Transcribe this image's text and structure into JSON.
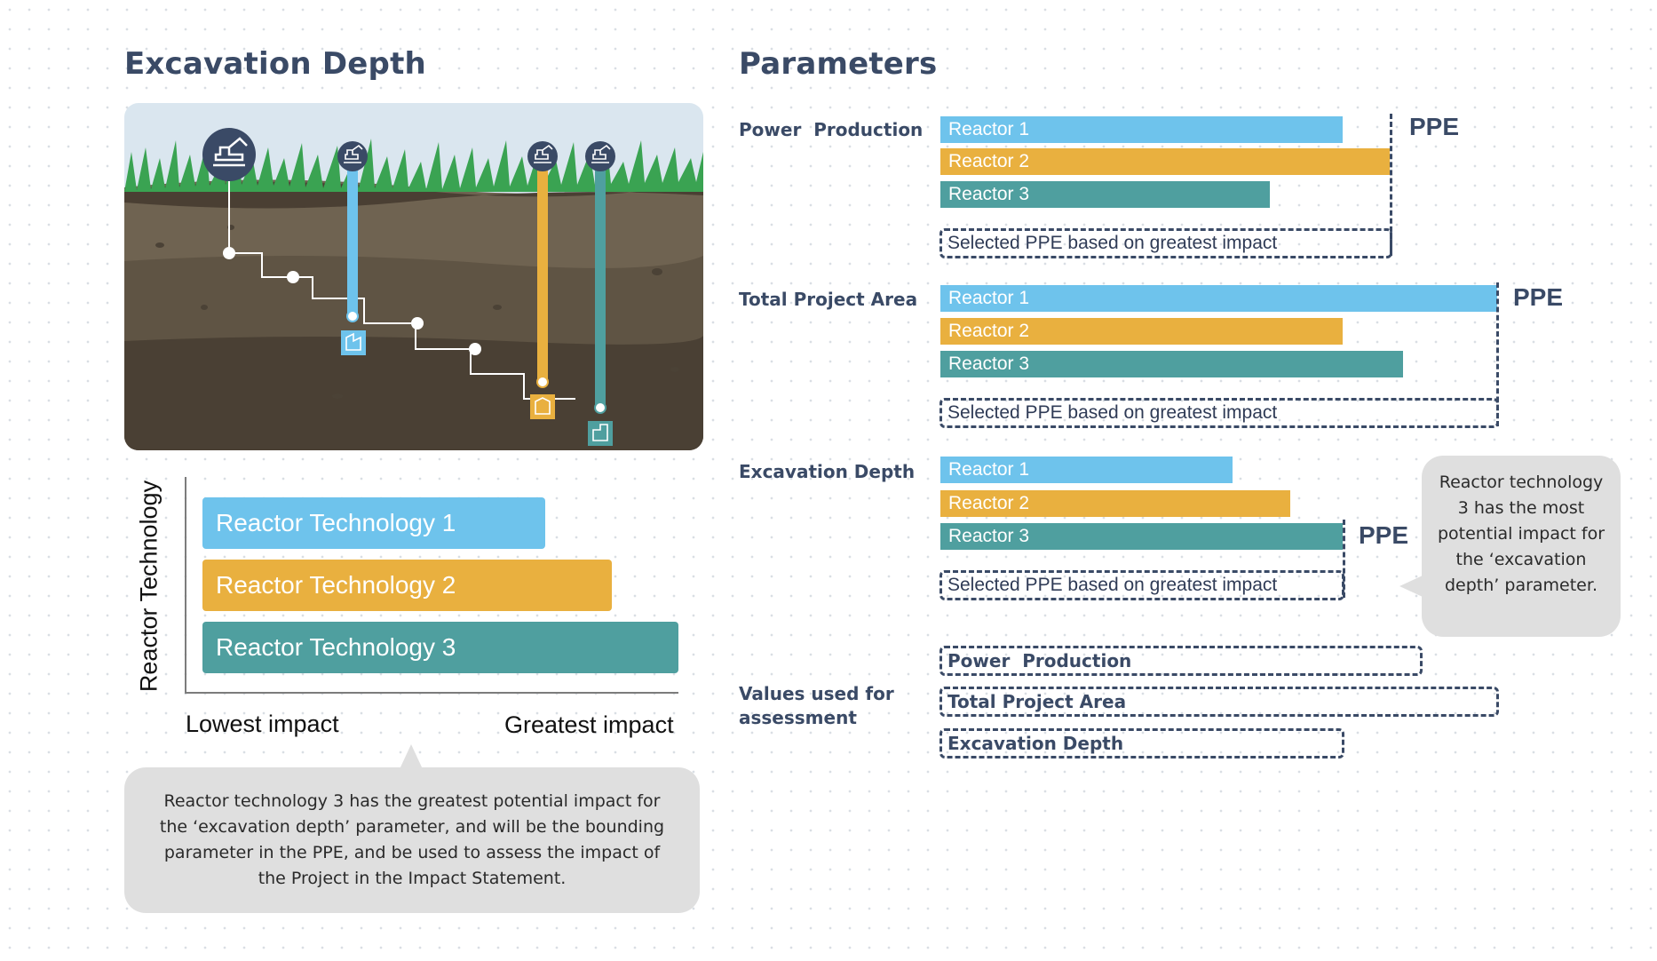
{
  "left": {
    "title": "Excavation Depth",
    "axis_y_label": "Reactor Technology",
    "axis_low": "Lowest impact",
    "axis_high": "Greatest impact",
    "bars": [
      {
        "label": "Reactor Technology 1",
        "value": 0.72,
        "color": "#6ec3ec"
      },
      {
        "label": "Reactor Technology 2",
        "value": 0.86,
        "color": "#e9b03f"
      },
      {
        "label": "Reactor Technology 3",
        "value": 1.0,
        "color": "#4f9f9f"
      }
    ],
    "callout": "Reactor technology 3 has the greatest potential impact for the ‘excavation depth’ parameter, and will be the bounding parameter  in the PPE, and be used to assess the impact of the Project in the Impact Statement."
  },
  "right": {
    "title": "Parameters",
    "groups": [
      {
        "label": "Power  Production",
        "bars": [
          "Reactor 1",
          "Reactor 2",
          "Reactor 3"
        ],
        "ppe": "PPE",
        "selected": "Selected PPE based on greatest impact"
      },
      {
        "label": "Total Project Area",
        "bars": [
          "Reactor 1",
          "Reactor 2",
          "Reactor 3"
        ],
        "ppe": "PPE",
        "selected": "Selected PPE based on greatest impact"
      },
      {
        "label": "Excavation Depth",
        "bars": [
          "Reactor 1",
          "Reactor 2",
          "Reactor 3"
        ],
        "ppe": "PPE",
        "selected": "Selected PPE based on greatest impact"
      }
    ],
    "callout": "Reactor technology 3 has the most potential impact for the ‘excavation depth’ parameter.",
    "values_label": "Values used for assessment",
    "values": [
      "Power  Production",
      "Total Project Area",
      "Excavation Depth"
    ]
  },
  "colors": {
    "reactor1": "#6ec3ec",
    "reactor2": "#e9b03f",
    "reactor3": "#4f9f9f",
    "text": "#3a4a66"
  }
}
